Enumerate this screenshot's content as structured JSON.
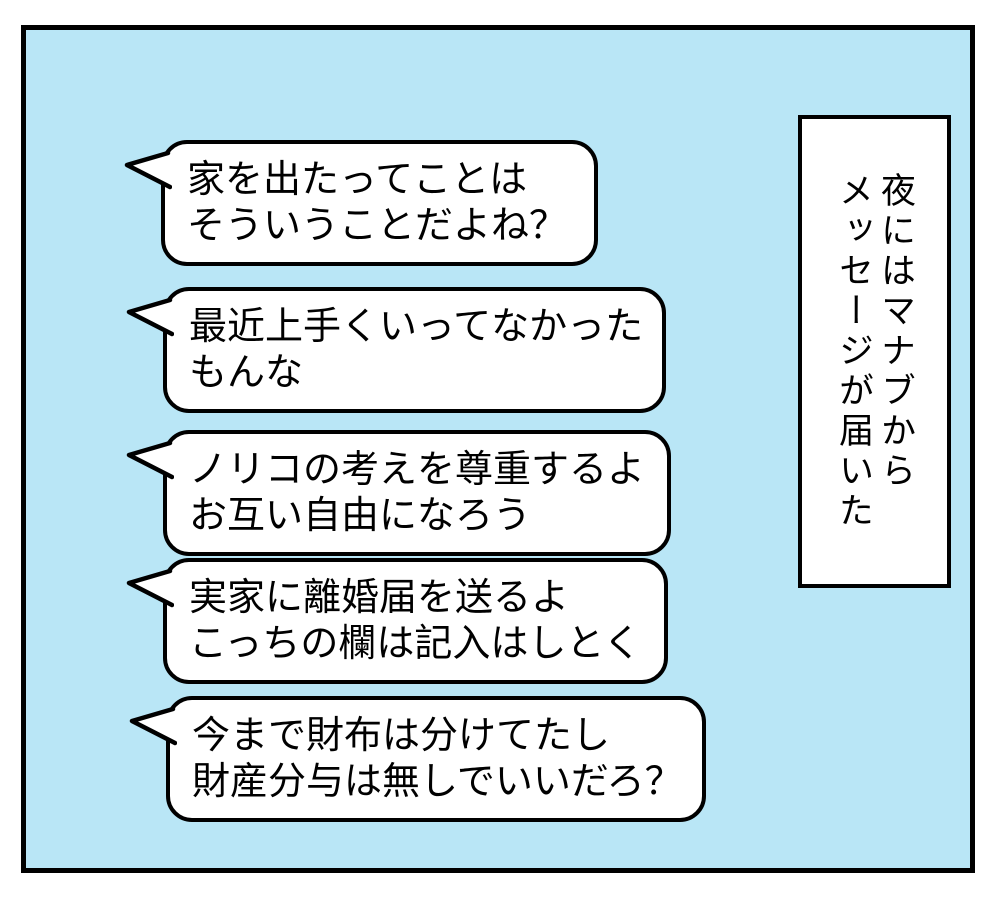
{
  "colors": {
    "page_bg": "#ffffff",
    "panel_bg": "#b9e6f6",
    "bubble_bg": "#ffffff",
    "ink": "#000000"
  },
  "narration": {
    "lines": [
      "夜にはマナブから",
      "メッセージが届いた"
    ]
  },
  "bubbles": [
    {
      "lines": [
        "家を出たってことは",
        "そういうことだよね？"
      ]
    },
    {
      "lines": [
        "最近上手くいってなかった",
        "もんな"
      ]
    },
    {
      "lines": [
        "ノリコの考えを尊重するよ",
        "お互い自由になろう"
      ]
    },
    {
      "lines": [
        "実家に離婚届を送るよ",
        "こっちの欄は記入はしとく"
      ]
    },
    {
      "lines": [
        "今まで財布は分けてたし",
        "財産分与は無しでいいだろ？"
      ]
    }
  ]
}
